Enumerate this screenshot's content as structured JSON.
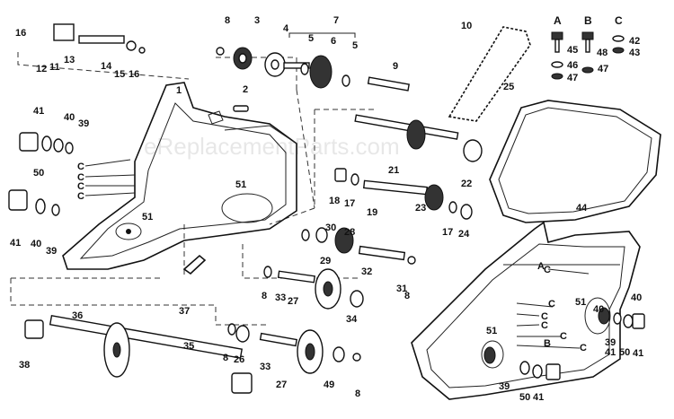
{
  "watermark": "eReplacementParts.com",
  "legend": {
    "col_a": "A",
    "col_b": "B",
    "col_c": "C"
  },
  "callouts": [
    "1",
    "2",
    "3",
    "4",
    "5",
    "6",
    "5",
    "7",
    "8",
    "9",
    "10",
    "11",
    "12",
    "13",
    "14",
    "15",
    "16",
    "16",
    "17",
    "17",
    "18",
    "19",
    "21",
    "22",
    "23",
    "24",
    "25",
    "26",
    "27",
    "27",
    "28",
    "29",
    "30",
    "31",
    "32",
    "33",
    "33",
    "34",
    "35",
    "36",
    "37",
    "38",
    "39",
    "39",
    "39",
    "39",
    "40",
    "40",
    "40",
    "40",
    "41",
    "41",
    "41",
    "41",
    "41",
    "42",
    "43",
    "44",
    "45",
    "46",
    "47",
    "47",
    "48",
    "49",
    "50",
    "50",
    "50",
    "51",
    "51",
    "51",
    "51",
    "8",
    "8",
    "8",
    "8",
    "C",
    "C",
    "C",
    "C",
    "C",
    "C",
    "C",
    "C",
    "C",
    "C",
    "A",
    "B"
  ]
}
